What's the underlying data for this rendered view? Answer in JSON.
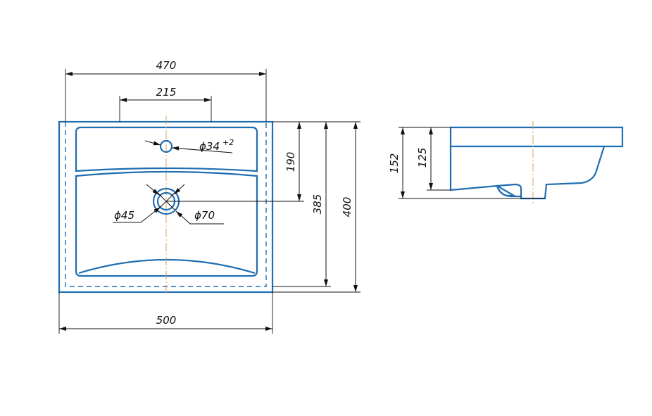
{
  "colors": {
    "outline": "#1f6db3",
    "dimension": "#111111",
    "centerline": "#d9a060",
    "background": "#ffffff"
  },
  "top_view": {
    "width_overall": "500",
    "width_inner": "470",
    "faucet_spacing": "215",
    "faucet_hole": "ϕ34",
    "faucet_hole_tolerance": "+2",
    "drain_outer": "ϕ70",
    "drain_inner": "ϕ45",
    "faucet_to_drain": "190",
    "depth_inner": "385",
    "depth_overall": "400"
  },
  "side_view": {
    "height_overall": "152",
    "height_bowl": "125"
  }
}
